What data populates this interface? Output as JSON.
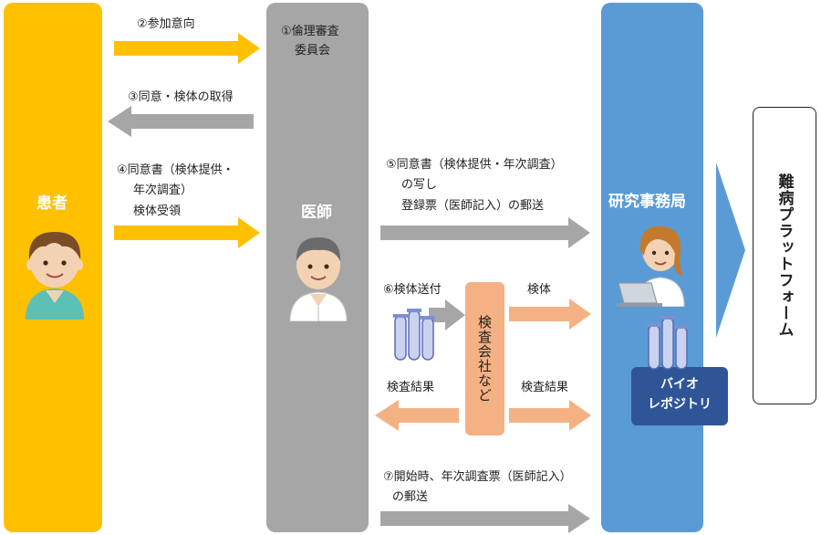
{
  "columns": {
    "patient": "患者",
    "doctor": "医師",
    "office": "研究事務局"
  },
  "steps": {
    "s1_line1": "①倫理審査",
    "s1_line2": "委員会",
    "s2": "②参加意向",
    "s3": "③同意・検体の取得",
    "s4_line1": "④同意書（検体提供・",
    "s4_line2": "年次調査）",
    "s4_line3": "検体受領",
    "s5_line1": "⑤同意書（検体提供・年次調査）",
    "s5_line2": "の写し",
    "s5_line3": "登録票（医師記入）の郵送",
    "s6": "⑥検体送付",
    "specimen": "検体",
    "result_left": "検査結果",
    "result_right": "検査結果",
    "s7_line1": "⑦開始時、年次調査票（医師記入）",
    "s7_line2": "の郵送"
  },
  "lab": "検査会社など",
  "biorepo": {
    "line1": "バイオ",
    "line2": "レポジトリ"
  },
  "platform": "難病プラットフォーム",
  "colors": {
    "patient": "#ffc000",
    "doctor": "#a6a6a6",
    "office": "#5b9bd5",
    "lab": "#f4b183",
    "biorepo": "#2f5597"
  },
  "icons": [
    "patient-avatar-icon",
    "doctor-avatar-icon",
    "researcher-avatar-icon",
    "test-tube-icon"
  ]
}
